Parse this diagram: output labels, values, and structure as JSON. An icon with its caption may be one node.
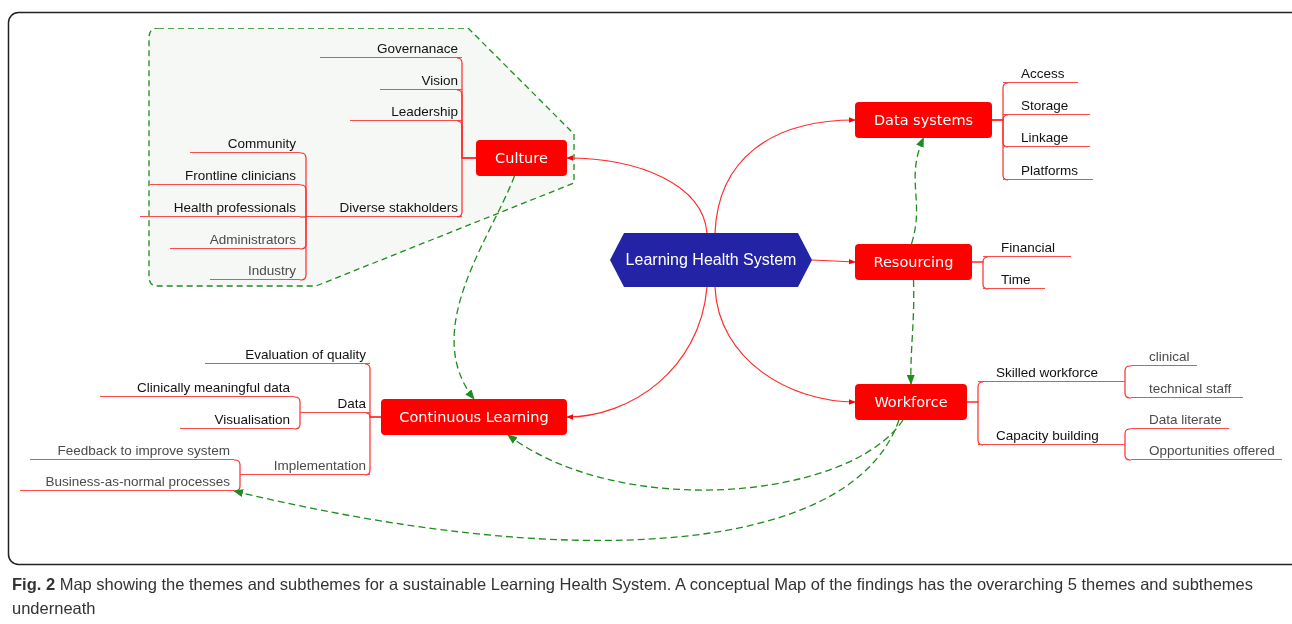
{
  "diagram": {
    "caption": "**Fig. 2** Map showing the themes and subthemes for a sustainable Learning Health System. A conceptual Map of the findings has the overarching 5 themes and subthemes underneath",
    "nodes": [
      {
        "text": [],
        "shape": "polygon"
      },
      {
        "text": [
          "Learning Health System"
        ]
      },
      {
        "text": [
          "Culture"
        ],
        "in": 0
      },
      {
        "text": [
          "Governanace"
        ],
        "in": 0
      },
      {
        "text": [
          "Vision"
        ],
        "in": 0
      },
      {
        "text": [
          "Leadership"
        ],
        "in": 0
      },
      {
        "text": [
          "Diverse stakholders"
        ],
        "in": 0
      },
      {
        "text": [
          "Community"
        ],
        "in": 0
      },
      {
        "text": [
          "Frontline clinicians"
        ],
        "in": 0
      },
      {
        "text": [
          "Health professionals"
        ],
        "in": 0
      },
      {
        "text": [
          "Administrators"
        ],
        "in": 0
      },
      {
        "text": [
          "Industry"
        ],
        "in": 0
      },
      {
        "text": [
          "Continuous Learning"
        ]
      },
      {
        "text": [
          "Evaluation of quality"
        ]
      },
      {
        "text": [
          "Data"
        ]
      },
      {
        "text": [
          "Clinically meaningful data"
        ]
      },
      {
        "text": [
          "Visualisation"
        ]
      },
      {
        "text": [
          "Implementation"
        ]
      },
      {
        "text": [
          "Feedback to improve system"
        ]
      },
      {
        "text": [
          "Business-as-normal processes"
        ]
      },
      {
        "text": [
          "Data systems"
        ]
      },
      {
        "text": [
          "Access"
        ]
      },
      {
        "text": [
          "Storage"
        ]
      },
      {
        "text": [
          "Linkage"
        ]
      },
      {
        "text": [
          "Platforms"
        ]
      },
      {
        "text": [
          "Resourcing"
        ]
      },
      {
        "text": [
          "Financial"
        ]
      },
      {
        "text": [
          "Time"
        ]
      },
      {
        "text": [
          "Workforce"
        ]
      },
      {
        "text": [
          "Skilled workforce"
        ]
      },
      {
        "text": [
          "clinical"
        ]
      },
      {
        "text": [
          "technical staff"
        ]
      },
      {
        "text": [
          "Capacity building"
        ]
      },
      {
        "text": [
          "Data literate"
        ]
      },
      {
        "text": [
          "Opportunities offered"
        ]
      }
    ],
    "edges": [
      {
        "from": 1,
        "to": 2,
        "arrow": "to"
      },
      {
        "from": 1,
        "to": 20,
        "arrow": "to"
      },
      {
        "from": 1,
        "to": 25,
        "arrow": "to"
      },
      {
        "from": 1,
        "to": 28,
        "arrow": "to"
      },
      {
        "from": 1,
        "to": 12,
        "arrow": "to"
      },
      {
        "from": 2,
        "to": 3,
        "arrow": "none"
      },
      {
        "from": 2,
        "to": 4,
        "arrow": "none"
      },
      {
        "from": 2,
        "to": 5,
        "arrow": "none"
      },
      {
        "from": 2,
        "to": 6,
        "arrow": "none"
      },
      {
        "from": 6,
        "to": 7,
        "arrow": "none"
      },
      {
        "from": 6,
        "to": 8,
        "arrow": "none"
      },
      {
        "from": 6,
        "to": 9,
        "arrow": "none"
      },
      {
        "from": 6,
        "to": 10,
        "arrow": "none"
      },
      {
        "from": 6,
        "to": 11,
        "arrow": "none"
      },
      {
        "from": 12,
        "to": 13,
        "arrow": "none"
      },
      {
        "from": 12,
        "to": 14,
        "arrow": "none"
      },
      {
        "from": 12,
        "to": 17,
        "arrow": "none"
      },
      {
        "from": 14,
        "to": 15,
        "arrow": "none"
      },
      {
        "from": 14,
        "to": 16,
        "arrow": "none"
      },
      {
        "from": 17,
        "to": 18,
        "arrow": "none"
      },
      {
        "from": 17,
        "to": 19,
        "arrow": "none"
      },
      {
        "from": 20,
        "to": 21,
        "arrow": "none"
      },
      {
        "from": 20,
        "to": 22,
        "arrow": "none"
      },
      {
        "from": 20,
        "to": 23,
        "arrow": "none"
      },
      {
        "from": 20,
        "to": 24,
        "arrow": "none"
      },
      {
        "from": 25,
        "to": 26,
        "arrow": "none"
      },
      {
        "from": 25,
        "to": 27,
        "arrow": "none"
      },
      {
        "from": 28,
        "to": 29,
        "arrow": "none"
      },
      {
        "from": 28,
        "to": 32,
        "arrow": "none"
      },
      {
        "from": 29,
        "to": 30,
        "arrow": "none"
      },
      {
        "from": 29,
        "to": 31,
        "arrow": "none"
      },
      {
        "from": 32,
        "to": 33,
        "arrow": "none"
      },
      {
        "from": 32,
        "to": 34,
        "arrow": "none"
      },
      {
        "from": 2,
        "to": 12,
        "arrow": "to",
        "style": "dashed",
        "color": "#1e8c1e"
      },
      {
        "from": 25,
        "to": 20,
        "arrow": "to",
        "style": "dashed",
        "color": "#1e8c1e"
      },
      {
        "from": 25,
        "to": 28,
        "arrow": "to",
        "style": "dashed",
        "color": "#1e8c1e"
      },
      {
        "from": 28,
        "to": 12,
        "arrow": "to",
        "style": "dashed",
        "color": "#1e8c1e"
      },
      {
        "from": 28,
        "to": 19,
        "arrow": "to",
        "style": "dashed",
        "color": "#1e8c1e"
      }
    ]
  }
}
